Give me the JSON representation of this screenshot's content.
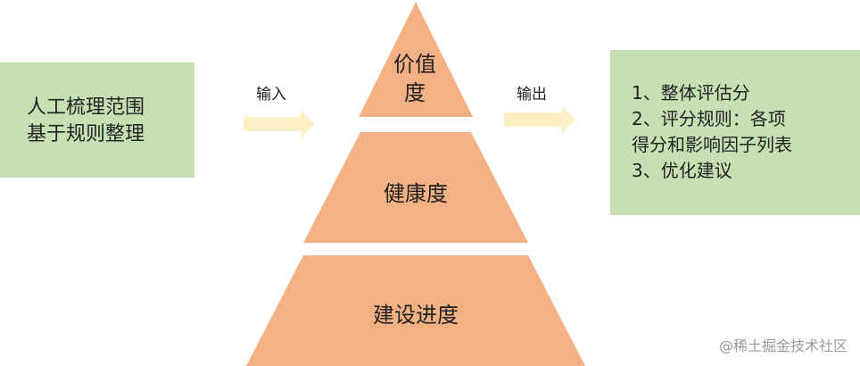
{
  "colors": {
    "box_fill": "#c6e0b4",
    "pyramid_fill": "#f4b183",
    "arrow_fill": "#fdf0c6",
    "text": "#222222",
    "watermark": "#9a9a9a"
  },
  "left_box": {
    "lines": [
      "人工梳理范围",
      "基于规则整理"
    ]
  },
  "input_label": "输入",
  "output_label": "输出",
  "pyramid": {
    "top": [
      "价值",
      "度"
    ],
    "middle": "健康度",
    "bottom": "建设进度"
  },
  "right_box": {
    "lines": [
      "1、整体评估分",
      "2、评分规则：各项",
      "得分和影响因子列表",
      "3、优化建议"
    ]
  },
  "watermark": "@稀土掘金技术社区"
}
